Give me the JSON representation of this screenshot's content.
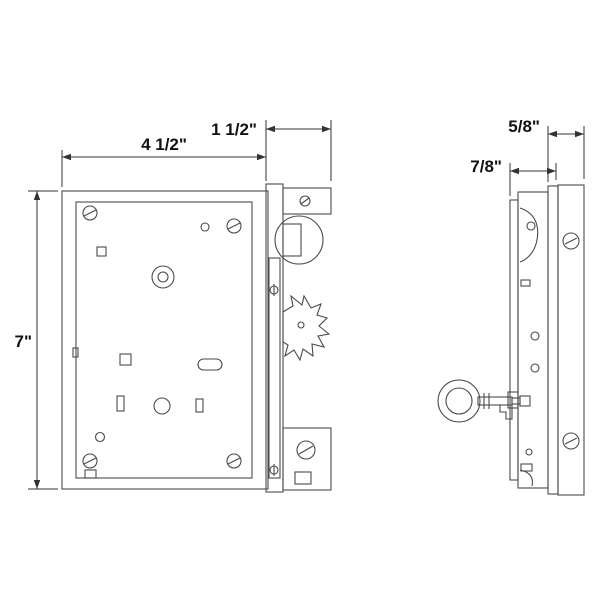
{
  "page": {
    "background": "#ffffff"
  },
  "diagram": {
    "type": "technical-drawing",
    "subject": "Mortise lock body with skeleton key — front and side elevation views with dimension callouts",
    "line_color": "#4a4a4a",
    "dimension_line_color": "#333333",
    "text_color": "#111111",
    "dimensions": {
      "front_height": "7\"",
      "front_body_width": "4 1/2\"",
      "front_edge_width": "1 1/2\"",
      "side_plate_depth": "5/8\"",
      "side_case_depth": "7/8\""
    }
  }
}
